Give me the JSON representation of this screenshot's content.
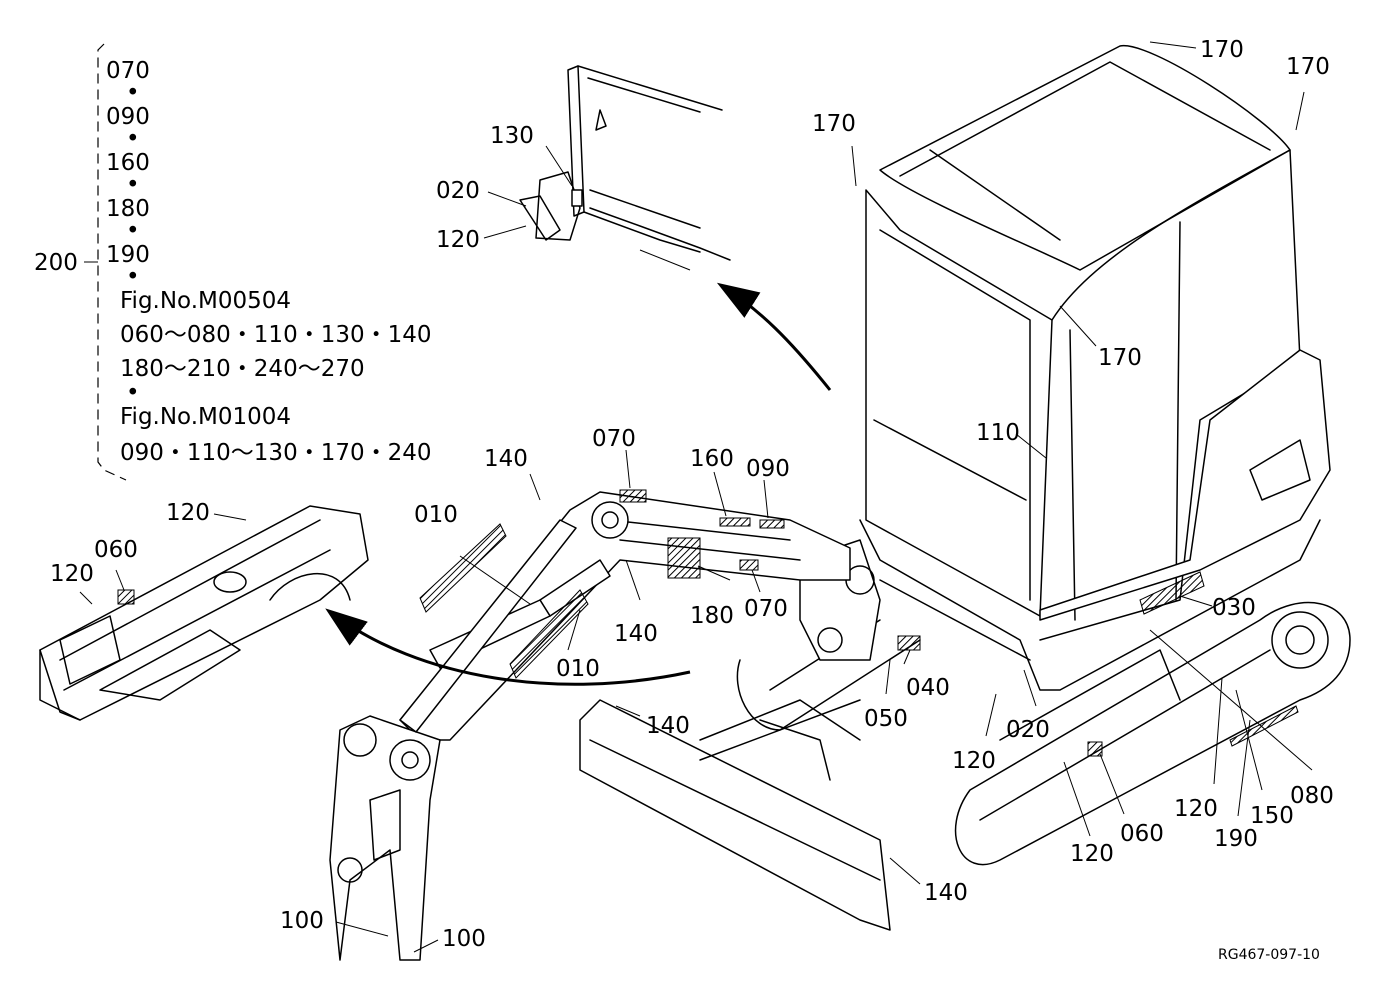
{
  "legend": {
    "group_number": "200",
    "lines": [
      "070",
      "•",
      "090",
      "•",
      "160",
      "•",
      "180",
      "•",
      "190",
      "•",
      "Fig.No.M00504",
      "060～080・110・130・140",
      "180～210・240～270",
      "•",
      "Fig.No.M01004",
      "090・110～130・170・240"
    ]
  },
  "callouts": [
    {
      "id": "c-130-inset",
      "text": "130"
    },
    {
      "id": "c-020-inset",
      "text": "020"
    },
    {
      "id": "c-120-inset",
      "text": "120"
    },
    {
      "id": "c-170-cab-left",
      "text": "170"
    },
    {
      "id": "c-170-roof-top",
      "text": "170"
    },
    {
      "id": "c-170-roof-right",
      "text": "170"
    },
    {
      "id": "c-170-cab-handle",
      "text": "170"
    },
    {
      "id": "c-110",
      "text": "110"
    },
    {
      "id": "c-120-frame-top",
      "text": "120"
    },
    {
      "id": "c-060-frame",
      "text": "060"
    },
    {
      "id": "c-120-frame-left",
      "text": "120"
    },
    {
      "id": "c-010-left",
      "text": "010"
    },
    {
      "id": "c-140-boom-top",
      "text": "140"
    },
    {
      "id": "c-070-boom-top",
      "text": "070"
    },
    {
      "id": "c-160",
      "text": "160"
    },
    {
      "id": "c-090",
      "text": "090"
    },
    {
      "id": "c-140-boom-mid",
      "text": "140"
    },
    {
      "id": "c-180",
      "text": "180"
    },
    {
      "id": "c-070-boom-mid",
      "text": "070"
    },
    {
      "id": "c-010-mid",
      "text": "010"
    },
    {
      "id": "c-030",
      "text": "030"
    },
    {
      "id": "c-040",
      "text": "040"
    },
    {
      "id": "c-050",
      "text": "050"
    },
    {
      "id": "c-020-base",
      "text": "020"
    },
    {
      "id": "c-120-base",
      "text": "120"
    },
    {
      "id": "c-140-blade-top",
      "text": "140"
    },
    {
      "id": "c-140-blade-bottom",
      "text": "140"
    },
    {
      "id": "c-120-track-right",
      "text": "120"
    },
    {
      "id": "c-150",
      "text": "150"
    },
    {
      "id": "c-080",
      "text": "080"
    },
    {
      "id": "c-190",
      "text": "190"
    },
    {
      "id": "c-060-track",
      "text": "060"
    },
    {
      "id": "c-120-track-bottom",
      "text": "120"
    },
    {
      "id": "c-100-left",
      "text": "100"
    },
    {
      "id": "c-100-right",
      "text": "100"
    }
  ],
  "figure_code": "RG467-097-10"
}
